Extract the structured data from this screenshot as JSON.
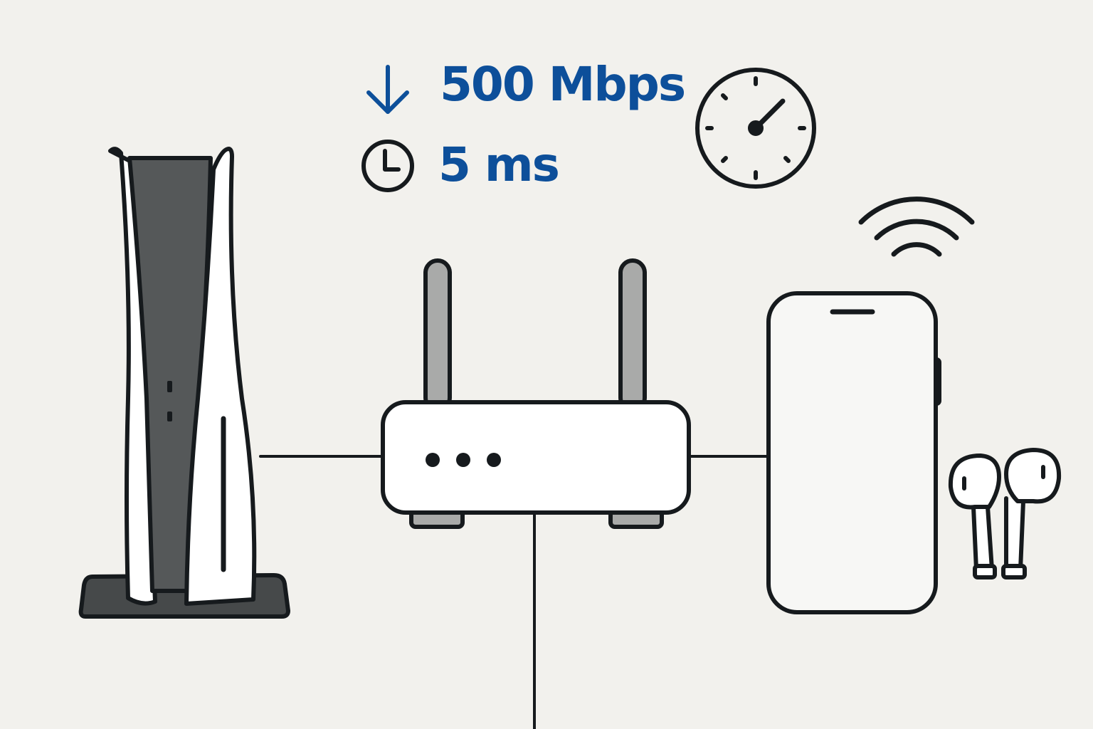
{
  "metrics": {
    "download_speed": "500 Mbps",
    "latency": "5 ms"
  },
  "icons": {
    "download": "arrow-down-icon",
    "latency": "clock-icon",
    "speed": "speedometer-icon",
    "wifi": "wifi-icon"
  },
  "devices": [
    "game-console",
    "router",
    "smartphone",
    "wireless-earbuds"
  ],
  "colors": {
    "accent": "#0d4f9a",
    "stroke": "#161a1d",
    "background": "#f2f1ed",
    "console_dark": "#4a4c4d"
  }
}
